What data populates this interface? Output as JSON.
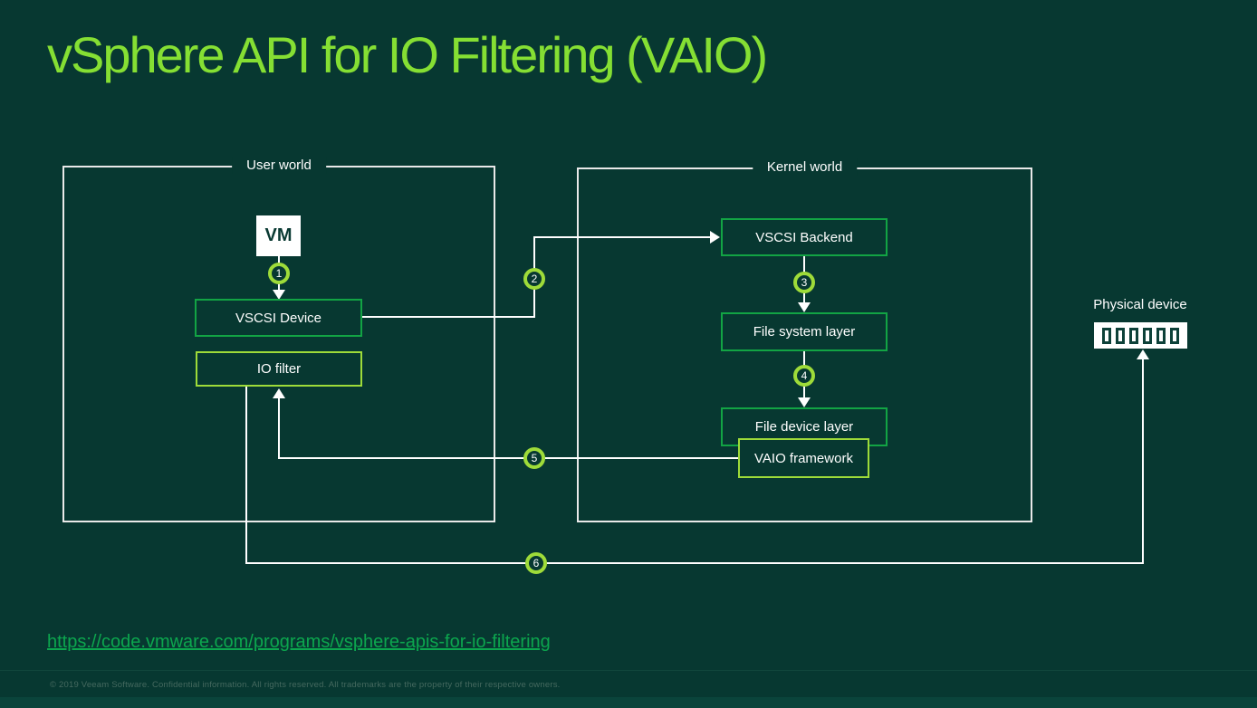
{
  "slide": {
    "title": "vSphere API for IO Filtering (VAIO)",
    "link": {
      "text": "https://code.vmware.com/programs/vsphere-apis-for-io-filtering",
      "href": "https://code.vmware.com/programs/vsphere-apis-for-io-filtering"
    },
    "copyright": "© 2019 Veeam Software. Confidential information. All rights reserved. All trademarks are the property of their respective owners."
  },
  "colors": {
    "background": "#073831",
    "title": "#85DF33",
    "node_border_green": "#12A444",
    "accent_lime": "#9EDB39",
    "flow_line": "#FFFFFF",
    "world_border": "#E9E9E9",
    "link": "#0CA64E",
    "copyright_text": "#45695F"
  },
  "diagram": {
    "user_world": {
      "label": "User world"
    },
    "kernel_world": {
      "label": "Kernel world"
    },
    "nodes": {
      "vm": "VM",
      "vscsi_device": "VSCSI Device",
      "io_filter": "IO filter",
      "vscsi_backend": "VSCSI Backend",
      "file_system_layer": "File system layer",
      "file_device_layer": "File device layer",
      "vaio_framework": "VAIO framework",
      "physical_device": "Physical device"
    },
    "steps": [
      "1",
      "2",
      "3",
      "4",
      "5",
      "6"
    ]
  }
}
